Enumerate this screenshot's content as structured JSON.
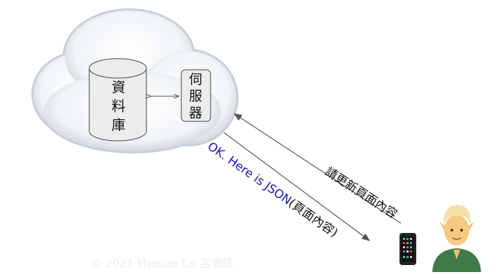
{
  "database": {
    "label_chars": [
      "資",
      "料",
      "庫"
    ]
  },
  "server": {
    "label_chars": [
      "伺",
      "服",
      "器"
    ]
  },
  "request": {
    "label": "請更新頁面內容"
  },
  "response": {
    "label_en": "OK. Here is JSON",
    "label_zh": "(頁面內容)"
  },
  "watermark": "© 2021 Heman Lu 呂海銘",
  "colors": {
    "response_text": "#1a1ab8",
    "arrow": "#555555"
  }
}
